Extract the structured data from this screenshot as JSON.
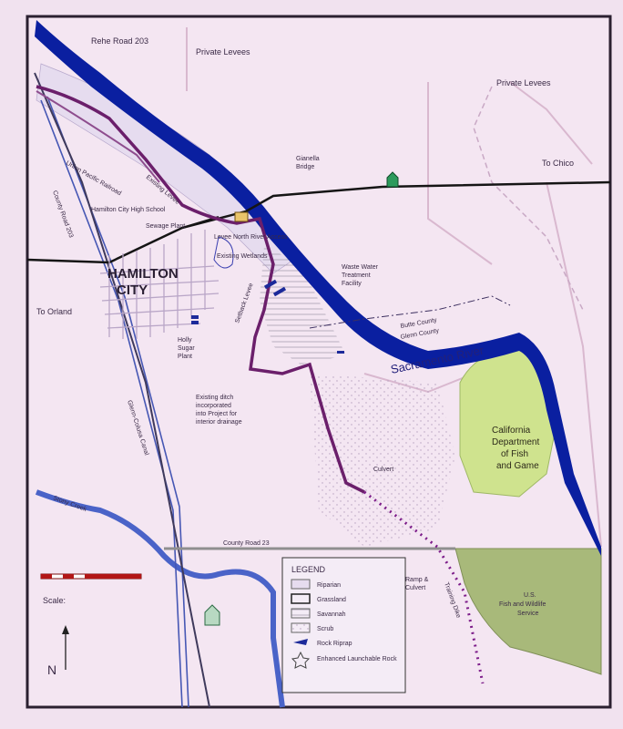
{
  "labels": {
    "rd203": "Rehe Road 203",
    "private_levee_top": "Private Levees",
    "private_levee_right": "Private Levees",
    "to_chico": "To Chico",
    "gianella": "Gianella",
    "bridge": "Bridge",
    "county_rd": "County Road 203",
    "old_levee": "Union Pacific Railroad",
    "hc_high": "Hamilton City High School",
    "sewage": "Sewage Plant",
    "north_river": "Levee North River Access",
    "existing_wetlands": "Existing Wetlands",
    "hamilton": "HAMILTON",
    "city": "CITY",
    "waste1": "Waste Water",
    "waste2": "Treatment",
    "waste3": "Facility",
    "to_orland": "To Orland",
    "butte_county": "Butte County",
    "glenn_county": "Glenn County",
    "sacramento": "Sacramento River",
    "holly1": "Holly",
    "holly2": "Sugar",
    "holly3": "Plant",
    "ditch1": "Existing ditch",
    "ditch2": "incorporated",
    "ditch3": "into Project for",
    "ditch4": "interior drainage",
    "cdfg1": "California",
    "cdfg2": "Department",
    "cdfg3": "of Fish",
    "cdfg4": "and Game",
    "culvert": "Culvert",
    "county_rd23": "County Road 23",
    "ramp1": "Ramp &",
    "ramp2": "Culvert",
    "usfws1": "U.S.",
    "usfws2": "Fish and Wildlife",
    "usfws3": "Service",
    "scale": "Scale:",
    "north": "N",
    "canal": "Glenn-Colusa Canal",
    "stony": "Stony Creek",
    "levee_ext": "Existing Levee",
    "setback": "Setback Levee",
    "training": "Training Dike"
  },
  "legend": {
    "title": "LEGEND",
    "items": [
      "Riparian",
      "Grassland",
      "Savannah",
      "Scrub",
      "Rock Riprap",
      "Enhanced Launchable Rock"
    ]
  },
  "colors": {
    "background": "#f3e3f1",
    "river": "#0a1fa0",
    "levee": "#6b1f6b",
    "road": "#151515",
    "cdfg_area": "#cfe38e",
    "usfws_area": "#a8b97a",
    "creek": "#4a63c8"
  }
}
